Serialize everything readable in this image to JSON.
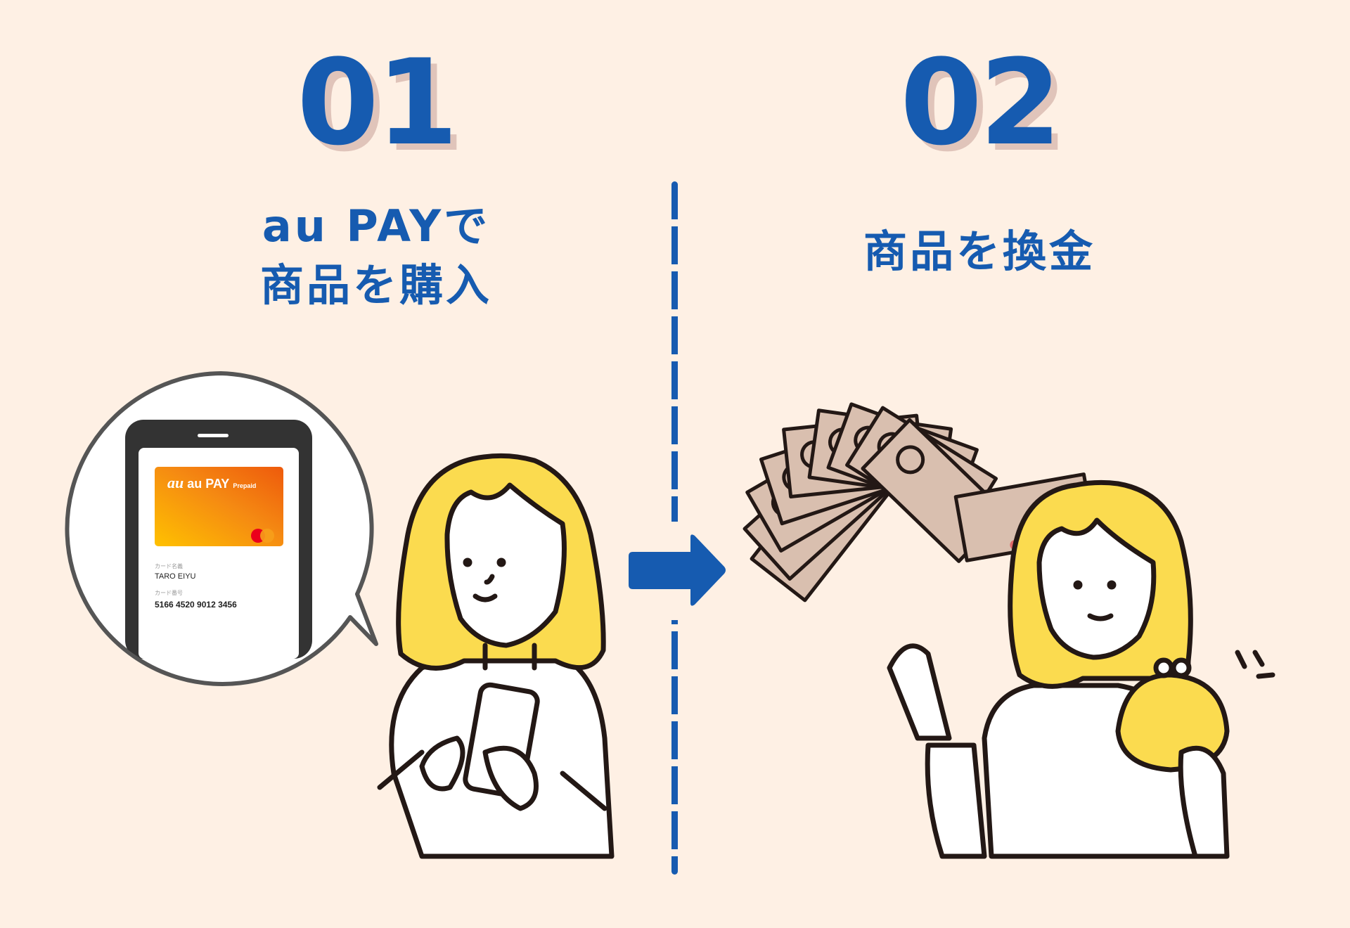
{
  "steps": [
    {
      "number": "01",
      "title_lines": [
        "au PAYで",
        "商品を購入"
      ],
      "illustration": "woman-using-smartphone",
      "speech_bubble": {
        "phone_screen": {
          "card_brand": "au PAY",
          "card_brand_logo": "au",
          "card_type": "Prepaid",
          "network_logo": "mastercard-icon",
          "name_label": "カード名義",
          "name_value": "TARO EIYU",
          "number_label": "カード番号",
          "number_value": "5166 4520 9012 3456"
        }
      }
    },
    {
      "number": "02",
      "title_lines": [
        "商品を換金"
      ],
      "illustration": "woman-with-coin-purse-and-banknotes"
    }
  ],
  "connector": {
    "icon": "arrow-right-icon",
    "divider": "dashed-vertical-line"
  },
  "colors": {
    "background": "#FEF0E4",
    "accent_blue": "#165BB0",
    "number_shadow": "#E0C4BA",
    "hair_yellow": "#FBDB4F",
    "banknote": "#D9BFAF",
    "outline": "#231815",
    "card_orange": "#F06A10"
  }
}
